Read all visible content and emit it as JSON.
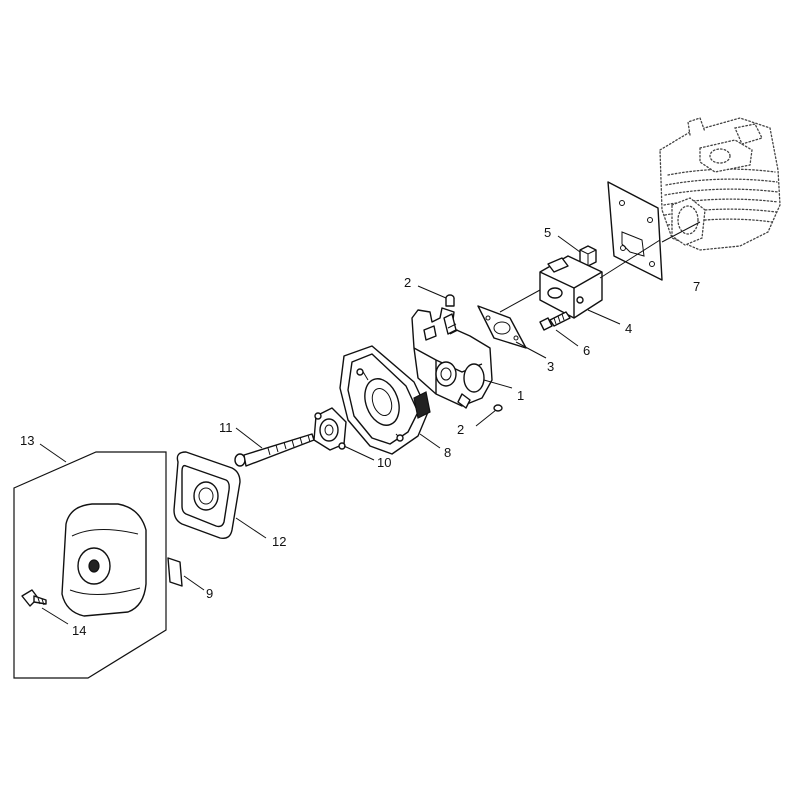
{
  "callouts": {
    "p1": "1",
    "p2a": "2",
    "p2b": "2",
    "p3": "3",
    "p4": "4",
    "p5": "5",
    "p6": "6",
    "p7": "7",
    "p8": "8",
    "p9": "9",
    "p10": "10",
    "p11": "11",
    "p12": "12",
    "p13": "13",
    "p14": "14"
  }
}
